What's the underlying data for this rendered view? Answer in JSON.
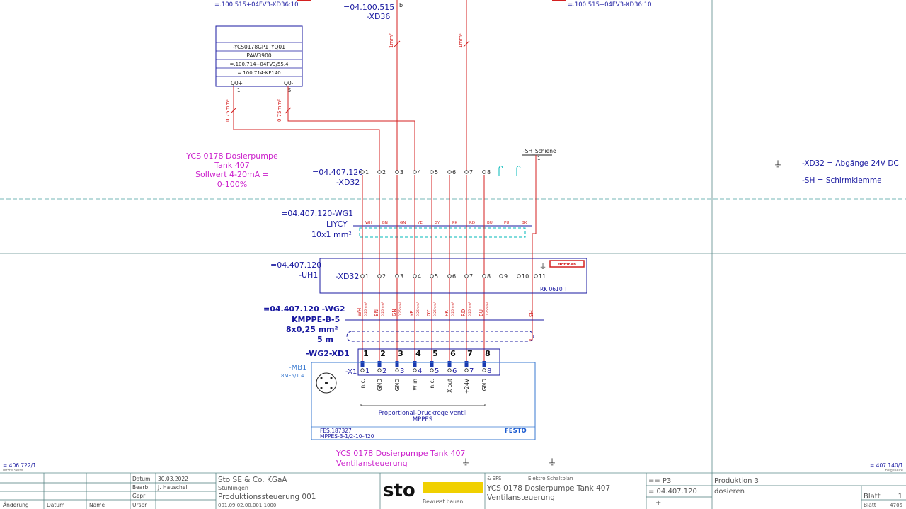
{
  "refs": {
    "left_ref": "=.100.515+04FV3-XD36:10",
    "right_ref": "=.100.515+04FV3-XD36:10",
    "top_ref": "=04.100.515",
    "top_xd36": "-XD36",
    "top_b": "b",
    "wire_1mm_a": "1mm²",
    "wire_1mm_b": "1mm²"
  },
  "pump_box": {
    "name": "-YCS0178GP1_YQ01",
    "type": "PAW3900",
    "ref1": "=.100.714+04FV3/55.4",
    "ref2": "=.100.714-KF140",
    "pin1_label": "Q0+",
    "pin2_label": "Q0-",
    "pin1_num": "1",
    "pin2_num": "5",
    "wire1": "0,75mm²",
    "wire2": "0,75mm²"
  },
  "pump_note": {
    "line1": "YCS 0178 Dosierpumpe",
    "line2": "Tank 407",
    "line3": "Sollwert 4-20mA =",
    "line4": "0-100%"
  },
  "xd32_top": {
    "ref": "=04.407.120",
    "name": "-XD32",
    "terminals": [
      "1",
      "2",
      "3",
      "4",
      "5",
      "6",
      "7",
      "8"
    ],
    "shield_label": "-SH_Schiene",
    "shield_num": "1"
  },
  "legend": {
    "xd32": "-XD32 = Abgänge 24V DC",
    "sh": "-SH = Schirmklemme"
  },
  "wg1": {
    "ref": "=04.407.120-WG1",
    "type": "LIYCY",
    "size": "10x1 mm²",
    "colors": [
      "WH",
      "BN",
      "GN",
      "YE",
      "GY",
      "PK",
      "RD",
      "BU",
      "PU",
      "BK"
    ]
  },
  "uh1": {
    "ref": "=04.407.120",
    "name": "-UH1",
    "xd32": "-XD32",
    "terminals": [
      "1",
      "2",
      "3",
      "4",
      "5",
      "6",
      "7",
      "8",
      "9",
      "10",
      "11"
    ],
    "brand": "Hoffman",
    "model": "RK 0610 T"
  },
  "wg2": {
    "ref": "=04.407.120 -WG2",
    "type": "KMPPE-B-5",
    "size": "8x0,25 mm²",
    "length": "5 m",
    "colors": [
      "WH",
      "BN",
      "GN",
      "YE",
      "GY",
      "PK",
      "RD",
      "BU"
    ],
    "cross": "0,25mm²",
    "sh": "SH"
  },
  "connector": {
    "name": "-WG2-XD1",
    "pins": [
      "1",
      "2",
      "3",
      "4",
      "5",
      "6",
      "7",
      "8"
    ]
  },
  "valve": {
    "mb1": "-MB1",
    "mb1_ref": "8MF5/1.4",
    "x1": "-X1",
    "pins": [
      "1",
      "2",
      "3",
      "4",
      "5",
      "6",
      "7",
      "8"
    ],
    "signals": [
      "n.c.",
      "GND",
      "GND",
      "W in",
      "n.c.",
      "X out",
      "+24V",
      "GND"
    ],
    "desc1": "Proportional-Druckregelventil",
    "desc2": "MPPES",
    "part1": "FES.187327",
    "part2": "MPPES-3-1/2-10-420",
    "brand": "FESTO"
  },
  "bottom_note": {
    "line1": "YCS 0178 Dosierpumpe Tank 407",
    "line2": "Ventilansteuerung"
  },
  "margin": {
    "left_ref": "=.406.722/1",
    "left_sub": "letzte Seite",
    "right_ref": "=.407.140/1",
    "right_sub": "Folgeseite"
  },
  "title_block": {
    "datum_label": "Datum",
    "datum_value": "30.03.2022",
    "bearb_label": "Bearb.",
    "bearb_value": "J. Hauschel",
    "gepr_label": "Gepr",
    "urspr_label": "Urspr",
    "aenderung": "Änderung",
    "datum2": "Datum",
    "name": "Name",
    "company": "Sto SE & Co. KGaA",
    "city": "Stühlingen",
    "project": "Produktionssteuerung 001",
    "project_no": "001.09.02.00.001.1000",
    "logo_text": "sto",
    "slogan": "Bewusst bauen.",
    "ef_label": "& EFS",
    "plan_type": "Elektro Schaltplan",
    "title1": "YCS 0178 Dosierpumpe Tank 407",
    "title2": "Ventilansteuerung",
    "p3": "== P3",
    "loc": "= 04.407.120",
    "plus": "+",
    "prod": "Produktion 3",
    "dos": "dosieren",
    "blatt_label": "Blatt",
    "blatt_value": "1",
    "blatt2_label": "Blatt",
    "blatt2_value": "4705"
  },
  "colors": {
    "wire": "#d42020",
    "text_blue": "#1a1aa0",
    "magenta": "#cc22cc",
    "frame": "#4a9a9a",
    "box": "#1a1aa0",
    "cyan": "#00b8b8",
    "logo_yellow": "#f0d000"
  }
}
